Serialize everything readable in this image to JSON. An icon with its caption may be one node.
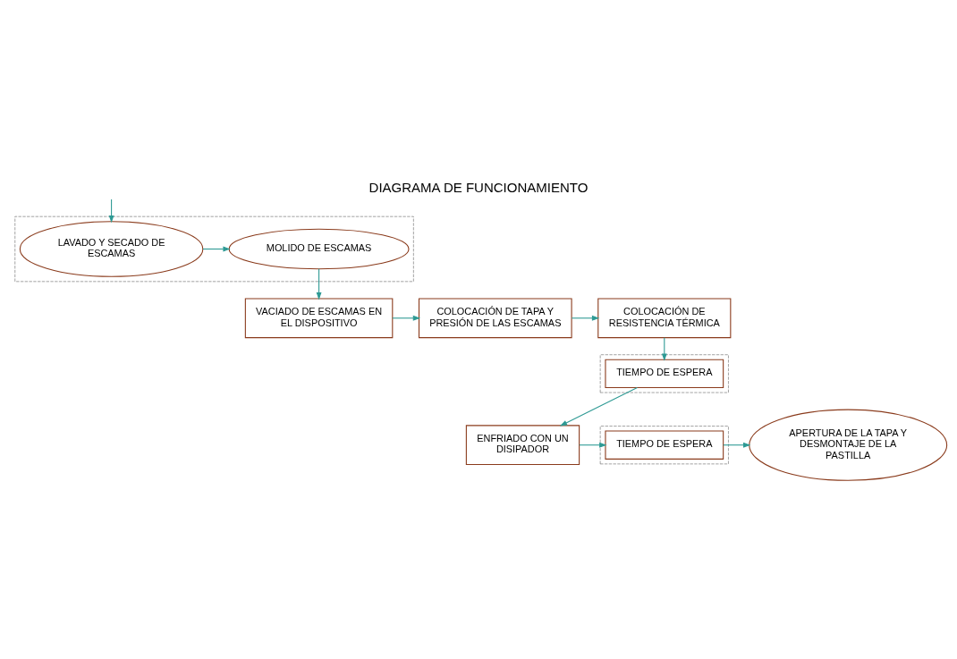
{
  "diagram": {
    "title": "DIAGRAMA DE FUNCIONAMIENTO",
    "nodes": [
      {
        "text": [],
        "shape": "box"
      },
      {
        "text": [
          "LAVADO Y SECADO DE ESCAMAS"
        ],
        "in": 0
      },
      {
        "text": [
          "MOLIDO DE ESCAMAS"
        ],
        "in": 0
      },
      {
        "text": [
          "VACIADO DE ESCAMAS EN EL DISPOSITIVO"
        ]
      },
      {
        "text": [
          "COLOCACIÓN DE TAPA Y PRESIÓN DE LAS ESCAMAS"
        ]
      },
      {
        "text": [
          "COLOCACIÓN DE RESISTENCIA TÉRMICA"
        ]
      },
      {
        "text": [],
        "shape": "box"
      },
      {
        "text": [
          "TIEMPO DE ESPERA"
        ],
        "in": 6
      },
      {
        "text": [
          "ENFRIADO CON UN DISIPADOR"
        ]
      },
      {
        "text": [],
        "shape": "box"
      },
      {
        "text": [
          "TIEMPO DE ESPERA"
        ],
        "in": 9
      },
      {
        "text": [
          "APERTURA DE LA TAPA Y DESMONTAJE DE LA PASTILLA"
        ]
      }
    ],
    "edges": [
      {
        "from": null,
        "to": 1,
        "arrow": "to"
      },
      {
        "from": 1,
        "to": 2,
        "arrow": "to"
      },
      {
        "from": 2,
        "to": 3,
        "arrow": "to"
      },
      {
        "from": 3,
        "to": 4,
        "arrow": "to"
      },
      {
        "from": 4,
        "to": 5,
        "arrow": "to"
      },
      {
        "from": 5,
        "to": 7,
        "arrow": "to"
      },
      {
        "from": 7,
        "to": 8,
        "arrow": "to"
      },
      {
        "from": 8,
        "to": 10,
        "arrow": "to"
      },
      {
        "from": 10,
        "to": 11,
        "arrow": "to"
      }
    ]
  }
}
